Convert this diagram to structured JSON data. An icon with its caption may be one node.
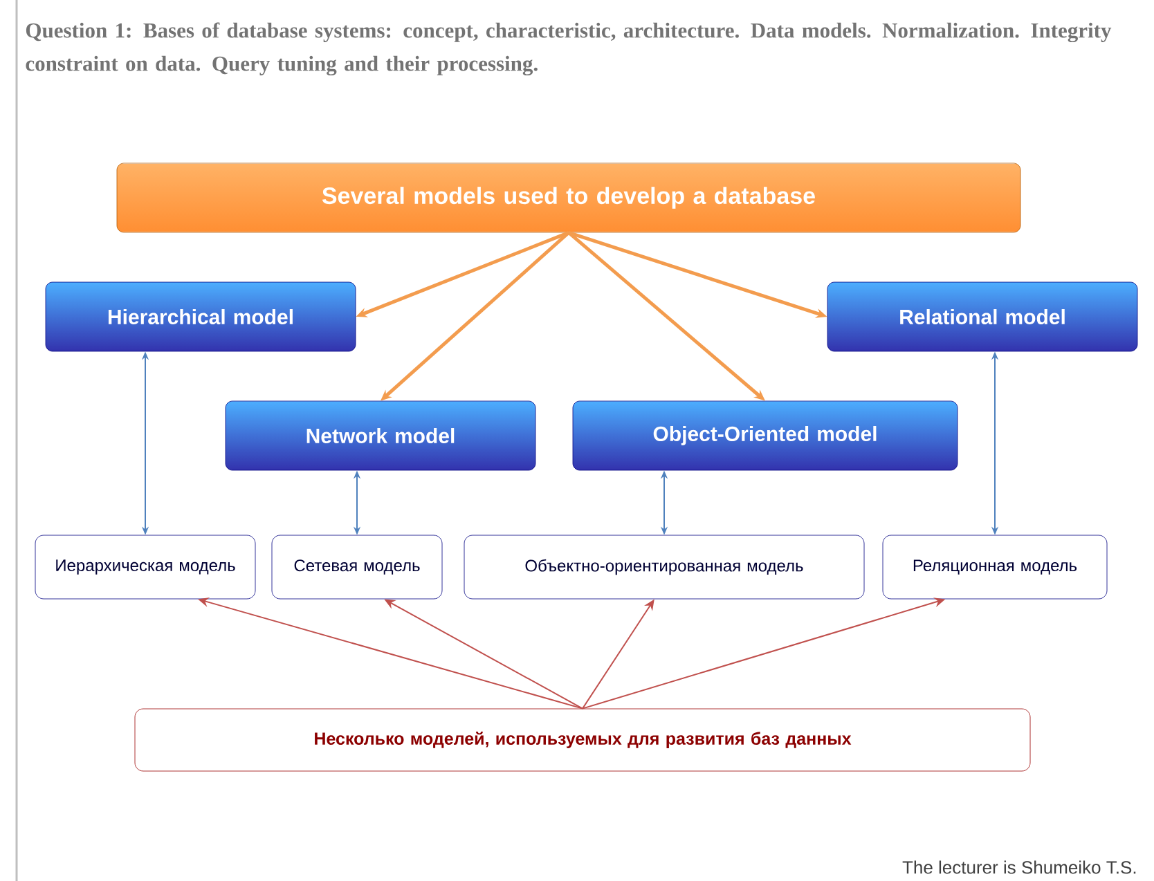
{
  "diagram": {
    "title": "Question 1: Bases of database  systems: concept,  characteristic, architecture. Data models. Normalization. Integrity constraint on data. Query tuning and their processing.",
    "nodes": [
      {
        "text": [
          "Several models used  to develop a database"
        ]
      },
      {
        "text": [
          "Hierarchical model"
        ]
      },
      {
        "text": [
          "Relational model"
        ]
      },
      {
        "text": [
          "Network model"
        ]
      },
      {
        "text": [
          "Object-Oriented model"
        ]
      },
      {
        "text": [
          "Иерархическая модель"
        ]
      },
      {
        "text": [
          "Сетевая модель"
        ]
      },
      {
        "text": [
          "Объектно-ориентированная модель"
        ]
      },
      {
        "text": [
          "Реляционная модель"
        ]
      },
      {
        "text": [
          "Несколько моделей, используемых для развития баз данных"
        ]
      }
    ],
    "edges": [
      {
        "from": 0,
        "to": 1,
        "arrow": "to",
        "style": "thick",
        "color": "#f39c4e"
      },
      {
        "from": 0,
        "to": 3,
        "arrow": "to",
        "style": "thick",
        "color": "#f39c4e"
      },
      {
        "from": 0,
        "to": 4,
        "arrow": "to",
        "style": "thick",
        "color": "#f39c4e"
      },
      {
        "from": 0,
        "to": 2,
        "arrow": "to",
        "style": "thick",
        "color": "#f39c4e"
      },
      {
        "from": 1,
        "to": 5,
        "arrow": "both",
        "color": "#4f81bd"
      },
      {
        "from": 3,
        "to": 6,
        "arrow": "both",
        "color": "#4f81bd"
      },
      {
        "from": 4,
        "to": 7,
        "arrow": "both",
        "color": "#4f81bd"
      },
      {
        "from": 2,
        "to": 8,
        "arrow": "both",
        "color": "#4f81bd"
      },
      {
        "from": 9,
        "to": 5,
        "arrow": "to",
        "color": "#c0504d"
      },
      {
        "from": 9,
        "to": 6,
        "arrow": "to",
        "color": "#c0504d"
      },
      {
        "from": 9,
        "to": 7,
        "arrow": "to",
        "color": "#c0504d"
      },
      {
        "from": 9,
        "to": 8,
        "arrow": "to",
        "color": "#c0504d"
      }
    ],
    "labels": [
      "The lecturer is Shumeiko T.S."
    ]
  }
}
